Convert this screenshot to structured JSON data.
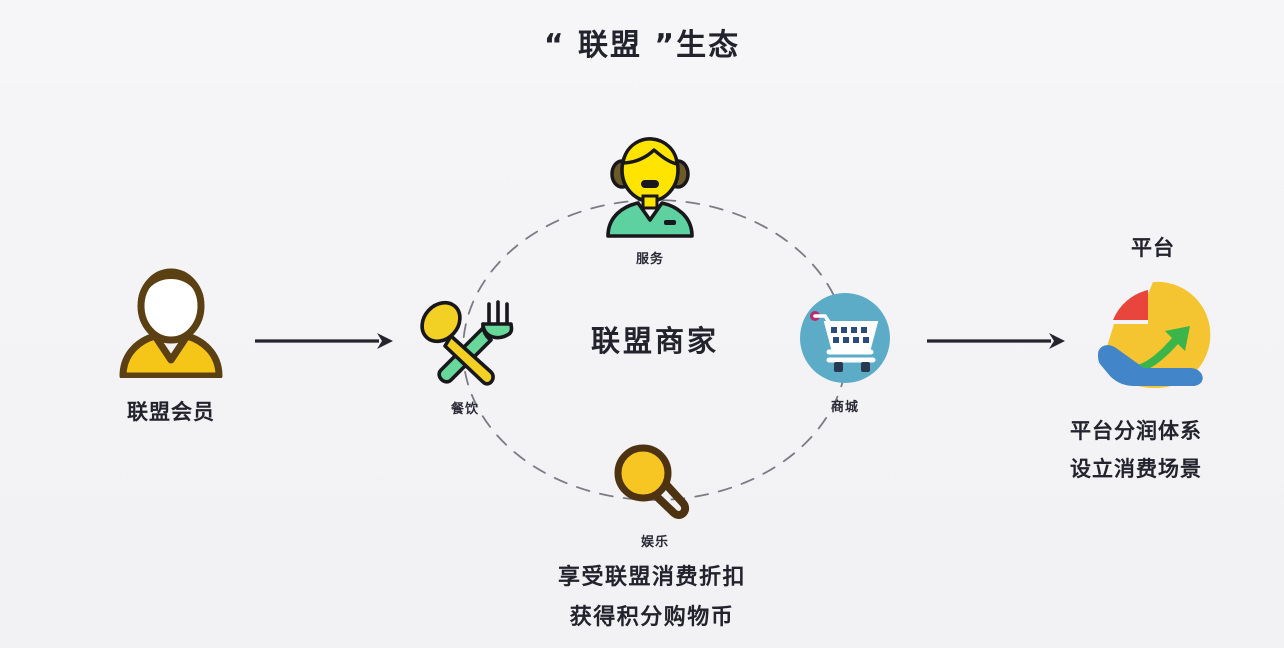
{
  "title": "“ 联盟 ”生态",
  "colors": {
    "background": "#f4f4f6",
    "text_dark": "#23232d",
    "member_yellow": "#f5c518",
    "member_outline": "#4a3716",
    "service_hair": "#ffe400",
    "service_shirt": "#5ed1a0",
    "service_outline": "#18181c",
    "food_spoon": "#f2d024",
    "food_fork": "#67d79a",
    "mall_circle": "#5cacc8",
    "mall_cart": "#ffffff",
    "mall_grid": "#2d4b7a",
    "fun_fill": "#f7c623",
    "fun_outline": "#4e3312",
    "platform_red": "#e8453c",
    "platform_yellow": "#f5c431",
    "platform_green": "#3bb54a",
    "platform_blue": "#4285c8",
    "arrow": "#26242e",
    "dashed_ellipse": "#6d6d78"
  },
  "left": {
    "icon": "member-person-icon",
    "label": "联盟会员"
  },
  "arrows": [
    {
      "name": "arrow-member-to-merchants",
      "direction": "right"
    },
    {
      "name": "arrow-merchants-to-platform",
      "direction": "right"
    }
  ],
  "center": {
    "label": "联盟商家",
    "ellipse": "dashed-ellipse",
    "nodes": [
      {
        "id": "service",
        "icon": "service-agent-icon",
        "label": "服务"
      },
      {
        "id": "food",
        "icon": "spoon-fork-icon",
        "label": "餐饮"
      },
      {
        "id": "mall",
        "icon": "shopping-cart-icon",
        "label": "商城"
      },
      {
        "id": "fun",
        "icon": "magnifier-pan-icon",
        "label": "娱乐"
      }
    ],
    "bottom_lines": [
      "享受联盟消费折扣",
      "获得积分购物币"
    ]
  },
  "right": {
    "title": "平台",
    "icon": "platform-hand-pie-icon",
    "lines": [
      "平台分润体系",
      "设立消费场景"
    ]
  }
}
